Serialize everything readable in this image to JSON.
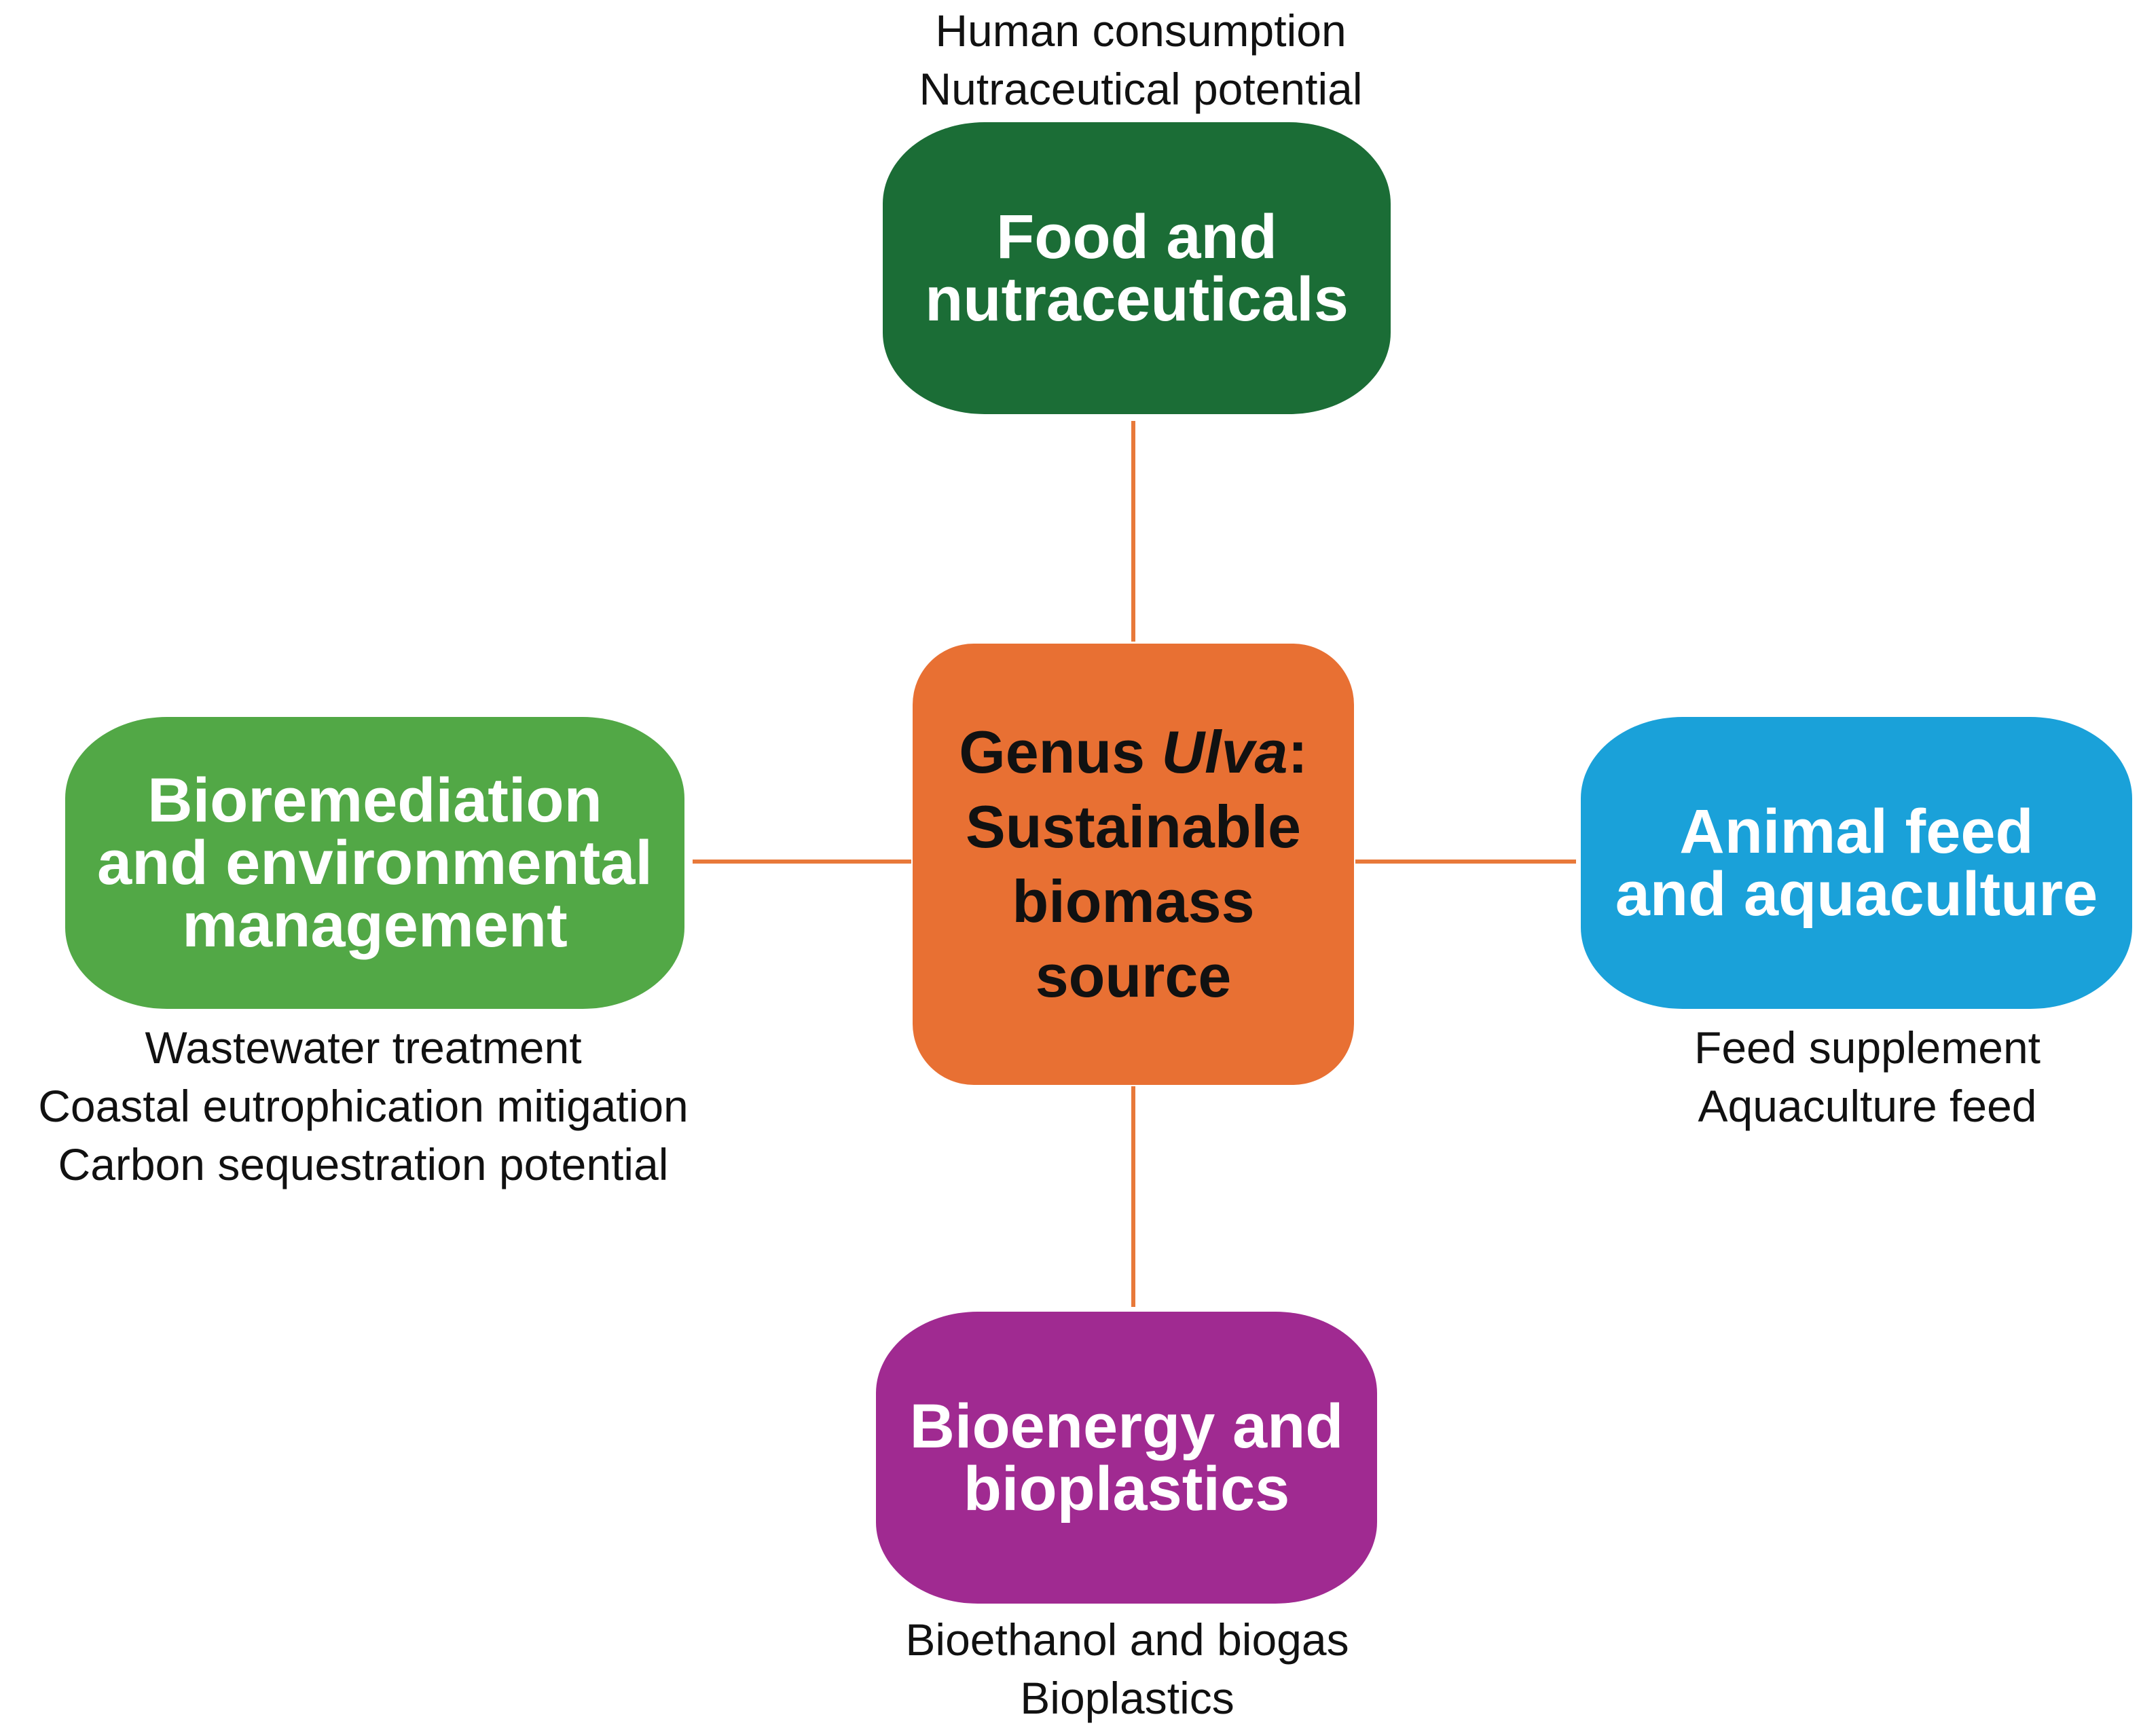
{
  "colors": {
    "connector": "#e8793a",
    "center": "#e87033",
    "food": "#1b6d36",
    "bioremediation": "#52a846",
    "animal": "#1aa1d9",
    "bioenergy": "#a02a91"
  },
  "center": {
    "line1_prefix": "Genus ",
    "line1_italic": "Ulva",
    "line1_suffix": ":",
    "line2": "Sustainable",
    "line3": "biomass",
    "line4": "source"
  },
  "food": {
    "title_lines": [
      "Food and",
      "nutraceuticals"
    ],
    "notes": [
      "Human consumption",
      "Nutraceutical potential"
    ]
  },
  "bioremediation": {
    "title_lines": [
      "Bioremediation",
      "and environmental",
      "management"
    ],
    "notes": [
      "Wastewater treatment",
      "Coastal eutrophication mitigation",
      "Carbon sequestration potential"
    ]
  },
  "animal": {
    "title_lines": [
      "Animal feed",
      "and aquaculture"
    ],
    "notes": [
      "Feed supplement",
      "Aquaculture feed"
    ]
  },
  "bioenergy": {
    "title_lines": [
      "Bioenergy and",
      "bioplastics"
    ],
    "notes": [
      "Bioethanol and biogas",
      "Bioplastics"
    ]
  }
}
